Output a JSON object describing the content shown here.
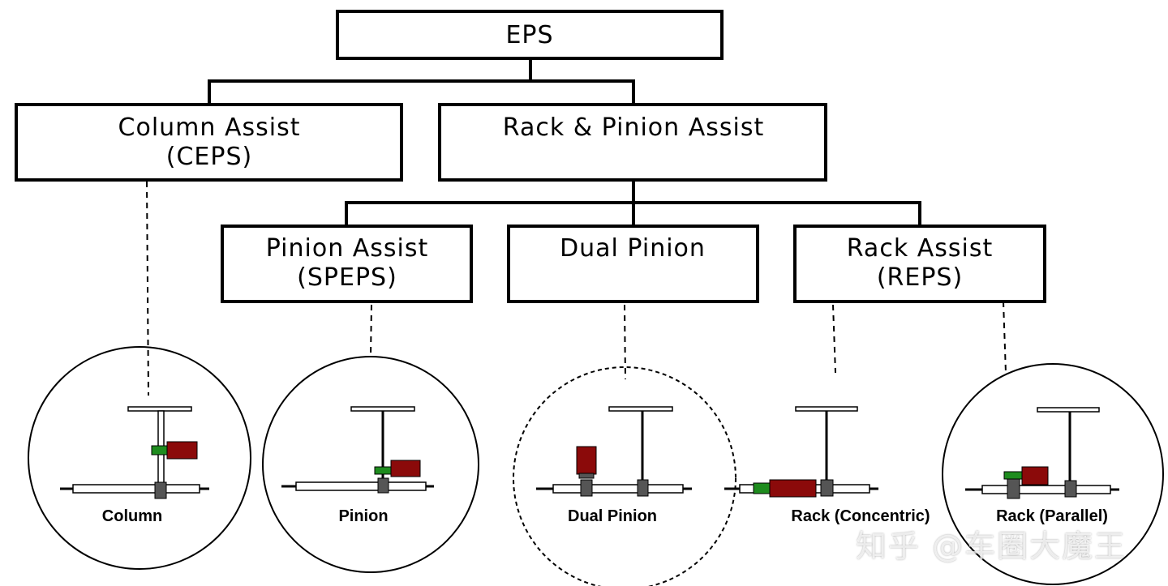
{
  "colors": {
    "motor": "#8b0a0a",
    "sensor": "#1e8c1e",
    "gear": "#555555",
    "line": "#000000",
    "background": "#ffffff"
  },
  "nodes": {
    "root": {
      "label": "EPS"
    },
    "column": {
      "line1": "Column Assist",
      "line2": "(CEPS)"
    },
    "rack_pinion": {
      "label": "Rack & Pinion Assist"
    },
    "pinion": {
      "line1": "Pinion Assist",
      "line2": "(SPEPS)"
    },
    "dual": {
      "label": "Dual Pinion"
    },
    "rack": {
      "line1": "Rack Assist",
      "line2": "(REPS)"
    }
  },
  "illustrations": {
    "column": {
      "caption": "Column"
    },
    "pinion": {
      "caption": "Pinion"
    },
    "dual_pinion": {
      "caption": "Dual Pinion"
    },
    "rack_concentric": {
      "caption": "Rack (Concentric)"
    },
    "rack_parallel": {
      "caption": "Rack (Parallel)"
    }
  },
  "watermark": {
    "text": "知乎 @车圈大魔王"
  }
}
